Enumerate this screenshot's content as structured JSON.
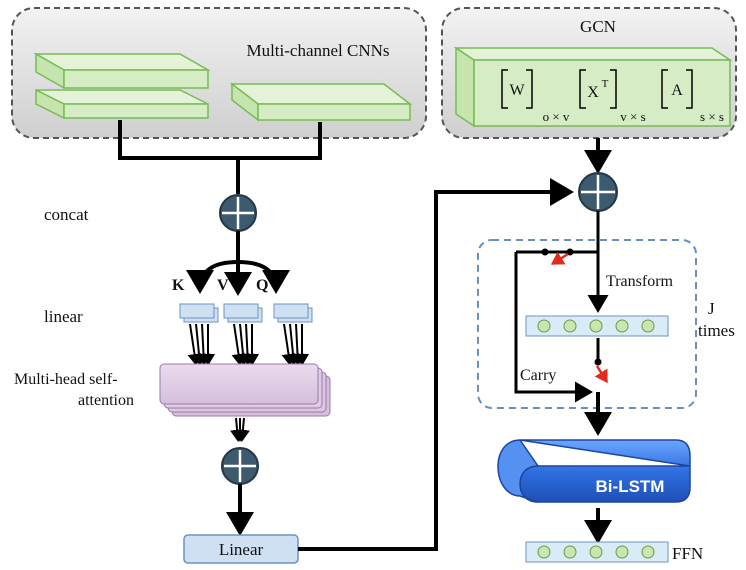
{
  "labels": {
    "cnn_title": "Multi-channel CNNs",
    "gcn_title": "GCN",
    "concat": "concat",
    "linear_label": "linear",
    "mhsa_line1": "Multi-head self-",
    "mhsa_line2": "attention",
    "key": "K",
    "value": "V",
    "query": "Q",
    "linear_box": "Linear",
    "transform": "Transform",
    "carry": "Carry",
    "j_times_line1": "J",
    "j_times_line2": "times",
    "bilstm": "Bi-LSTM",
    "ffn": "FFN"
  },
  "gcn_matrices": {
    "w": "W",
    "w_dim": "o × v",
    "x_base": "X",
    "x_sup": "T",
    "x_dim": "v × s",
    "a": "A",
    "a_dim": "s × s"
  },
  "colors": {
    "panel_fill": "#d9d9d9",
    "panel_border": "#555555",
    "cnn_fill": "#d5ecc4",
    "cnn_stroke": "#77bb55",
    "node_fill": "#3d5a6e",
    "linear_fill": "#cfe0f2",
    "linear_stroke": "#6b93c3",
    "attention_fill": "#e3cfe8",
    "attention_stroke": "#9a79a8",
    "dashed_border": "#6b8fbf",
    "bilstm_fill": "#2f6fe0",
    "vector_fill": "#d8ebf7",
    "vector_circle": "#c8e6b0",
    "carry_arrow": "#e22b1e"
  }
}
